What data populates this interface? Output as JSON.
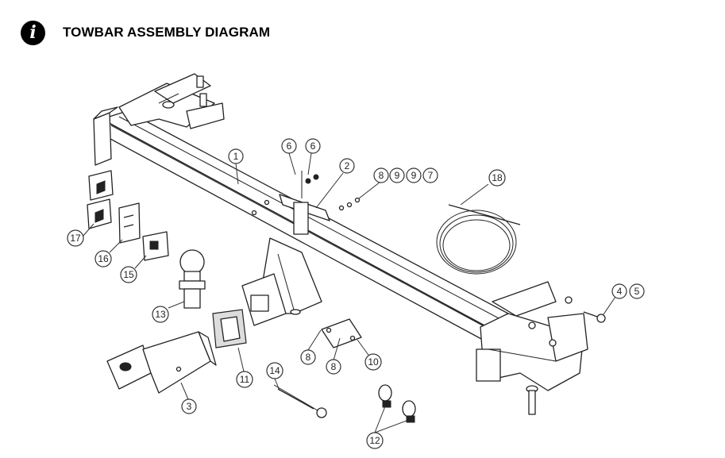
{
  "header": {
    "icon": "info-icon",
    "title": "TOWBAR ASSEMBLY DIAGRAM"
  },
  "callouts": [
    {
      "id": "c1",
      "label": "1"
    },
    {
      "id": "c2",
      "label": "2"
    },
    {
      "id": "c3",
      "label": "3"
    },
    {
      "id": "c4",
      "label": "4"
    },
    {
      "id": "c5",
      "label": "5"
    },
    {
      "id": "c6a",
      "label": "6"
    },
    {
      "id": "c6b",
      "label": "6"
    },
    {
      "id": "c7",
      "label": "7"
    },
    {
      "id": "c8a",
      "label": "8"
    },
    {
      "id": "c8b",
      "label": "8"
    },
    {
      "id": "c8c",
      "label": "8"
    },
    {
      "id": "c9a",
      "label": "9"
    },
    {
      "id": "c9b",
      "label": "9"
    },
    {
      "id": "c10",
      "label": "10"
    },
    {
      "id": "c11",
      "label": "11"
    },
    {
      "id": "c12",
      "label": "12"
    },
    {
      "id": "c13",
      "label": "13"
    },
    {
      "id": "c14",
      "label": "14"
    },
    {
      "id": "c15",
      "label": "15"
    },
    {
      "id": "c16",
      "label": "16"
    },
    {
      "id": "c17",
      "label": "17"
    },
    {
      "id": "c18",
      "label": "18"
    }
  ]
}
